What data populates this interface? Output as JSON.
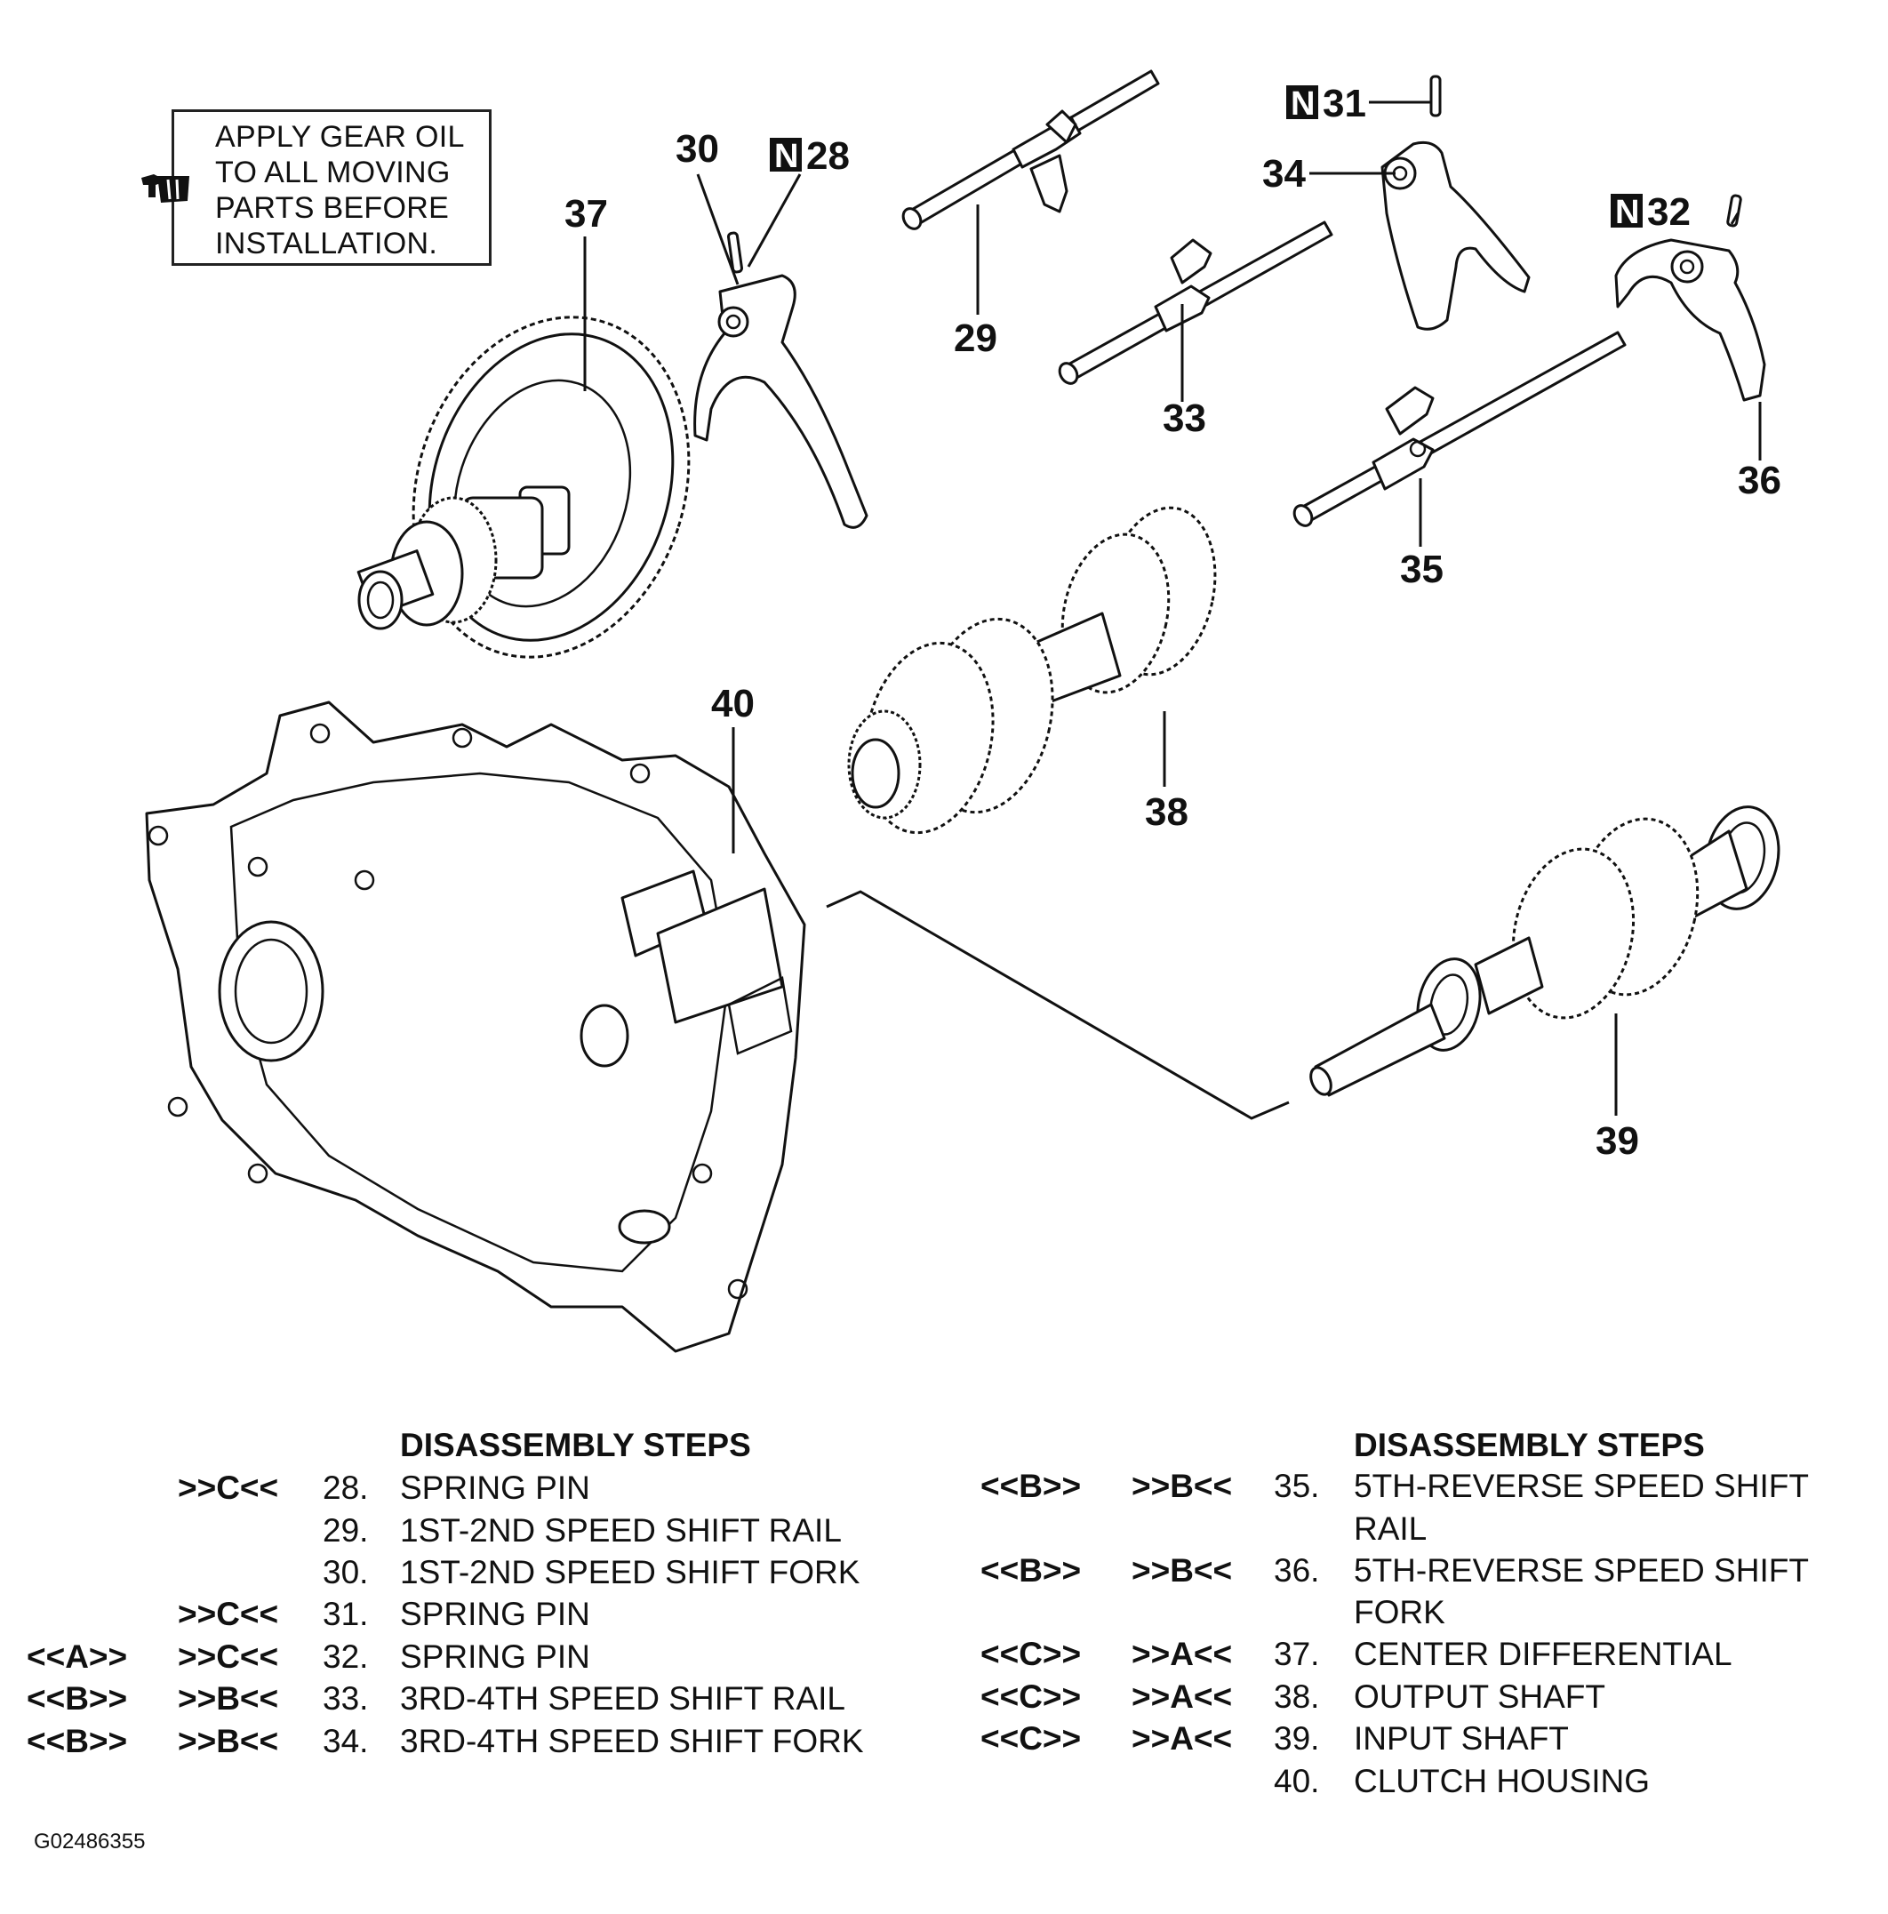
{
  "note": {
    "text": "APPLY GEAR OIL\nTO ALL MOVING\nPARTS BEFORE\nINSTALLATION.",
    "icon": "oil-can-icon"
  },
  "part_labels": {
    "p28": "28",
    "p29": "29",
    "p30": "30",
    "p31": "31",
    "p32": "32",
    "p33": "33",
    "p34": "34",
    "p35": "35",
    "p36": "36",
    "p37": "37",
    "p38": "38",
    "p39": "39",
    "p40": "40",
    "n_badge": "N"
  },
  "steps_left": {
    "header": "DISASSEMBLY STEPS",
    "rows": [
      {
        "removal": "",
        "install": ">>C<<",
        "num": "28.",
        "name": "SPRING PIN"
      },
      {
        "removal": "",
        "install": "",
        "num": "29.",
        "name": "1ST-2ND SPEED SHIFT RAIL"
      },
      {
        "removal": "",
        "install": "",
        "num": "30.",
        "name": "1ST-2ND SPEED SHIFT FORK"
      },
      {
        "removal": "",
        "install": ">>C<<",
        "num": "31.",
        "name": "SPRING PIN"
      },
      {
        "removal": "<<A>>",
        "install": ">>C<<",
        "num": "32.",
        "name": "SPRING PIN"
      },
      {
        "removal": "<<B>>",
        "install": ">>B<<",
        "num": "33.",
        "name": "3RD-4TH SPEED SHIFT RAIL"
      },
      {
        "removal": "<<B>>",
        "install": ">>B<<",
        "num": "34.",
        "name": "3RD-4TH SPEED SHIFT FORK"
      }
    ]
  },
  "steps_right": {
    "header": "DISASSEMBLY STEPS",
    "rows": [
      {
        "removal": "<<B>>",
        "install": ">>B<<",
        "num": "35.",
        "name": "5TH-REVERSE SPEED SHIFT",
        "cont": "RAIL"
      },
      {
        "removal": "<<B>>",
        "install": ">>B<<",
        "num": "36.",
        "name": "5TH-REVERSE SPEED SHIFT",
        "cont": "FORK"
      },
      {
        "removal": "<<C>>",
        "install": ">>A<<",
        "num": "37.",
        "name": "CENTER DIFFERENTIAL",
        "cont": ""
      },
      {
        "removal": "<<C>>",
        "install": ">>A<<",
        "num": "38.",
        "name": "OUTPUT SHAFT",
        "cont": ""
      },
      {
        "removal": "<<C>>",
        "install": ">>A<<",
        "num": "39.",
        "name": "INPUT SHAFT",
        "cont": ""
      },
      {
        "removal": "",
        "install": "",
        "num": "40.",
        "name": "CLUTCH HOUSING",
        "cont": ""
      }
    ]
  },
  "figure_id": "G02486355"
}
